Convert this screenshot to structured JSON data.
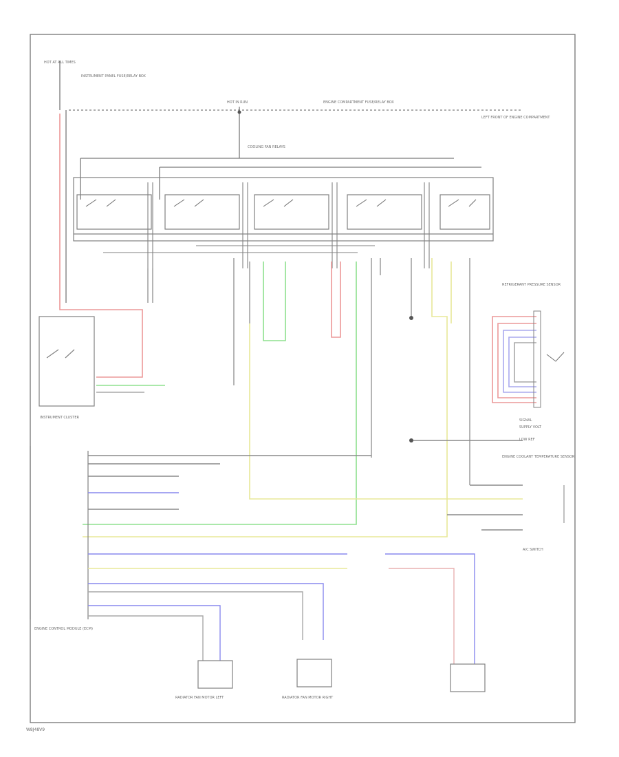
{
  "diagram": {
    "footer_code": "W8J48V9",
    "labels": {
      "hot_at_all_times": "HOT AT ALL TIMES",
      "fuse_relay_box": "INSTRUMENT PANEL FUSE/RELAY BOX",
      "hot_in_run": "HOT IN RUN",
      "engine_compartment_relay_box": "ENGINE COMPARTMENT FUSE/RELAY BOX",
      "left_engine_compartment": "LEFT FRONT OF ENGINE COMPARTMENT",
      "cooling_fan_relays": "COOLING FAN RELAYS",
      "instrument_cluster": "INSTRUMENT CLUSTER",
      "ecm": "ENGINE CONTROL MODULE (ECM)",
      "fan_motor_left": "RADIATOR FAN MOTOR LEFT",
      "fan_motor_right": "RADIATOR FAN MOTOR RIGHT",
      "refrigerant_sensor": "REFRIGERANT PRESSURE SENSOR",
      "coolant_temp_sensor": "ENGINE COOLANT TEMPERATURE SENSOR",
      "ac_switch": "A/C SWITCH",
      "supply_volt": "SUPPLY VOLT",
      "low_ref": "LOW REF",
      "signal": "SIGNAL"
    }
  }
}
